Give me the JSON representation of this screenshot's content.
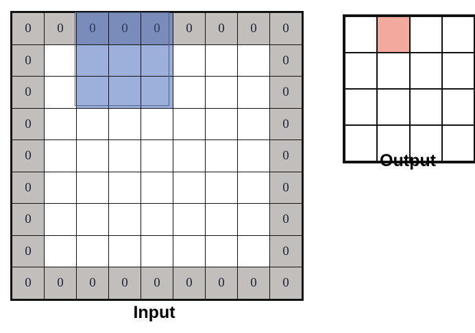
{
  "input": {
    "caption": "Input",
    "rows": 9,
    "cols": 9,
    "cell_text": "0",
    "colors": {
      "border_cell": "#c2bebb",
      "empty_cell": "#ffffff",
      "selection_dark": "#7a8cba",
      "selection_light": "#9db0dc",
      "grid_line": "#111111"
    },
    "selection": {
      "row_start": 0,
      "row_end": 2,
      "col_start": 2,
      "col_end": 4
    },
    "grid": [
      [
        {
          "fill": "gray",
          "text": "0"
        },
        {
          "fill": "gray",
          "text": "0"
        },
        {
          "fill": "blue-dark",
          "text": "0"
        },
        {
          "fill": "blue-dark",
          "text": "0"
        },
        {
          "fill": "blue-dark",
          "text": "0"
        },
        {
          "fill": "gray",
          "text": "0"
        },
        {
          "fill": "gray",
          "text": "0"
        },
        {
          "fill": "gray",
          "text": "0"
        },
        {
          "fill": "gray",
          "text": "0"
        }
      ],
      [
        {
          "fill": "gray",
          "text": "0"
        },
        {
          "fill": "white",
          "text": ""
        },
        {
          "fill": "blue-light",
          "text": ""
        },
        {
          "fill": "blue-light",
          "text": ""
        },
        {
          "fill": "blue-light",
          "text": ""
        },
        {
          "fill": "white",
          "text": ""
        },
        {
          "fill": "white",
          "text": ""
        },
        {
          "fill": "white",
          "text": ""
        },
        {
          "fill": "gray",
          "text": "0"
        }
      ],
      [
        {
          "fill": "gray",
          "text": "0"
        },
        {
          "fill": "white",
          "text": ""
        },
        {
          "fill": "blue-light",
          "text": ""
        },
        {
          "fill": "blue-light",
          "text": ""
        },
        {
          "fill": "blue-light",
          "text": ""
        },
        {
          "fill": "white",
          "text": ""
        },
        {
          "fill": "white",
          "text": ""
        },
        {
          "fill": "white",
          "text": ""
        },
        {
          "fill": "gray",
          "text": "0"
        }
      ],
      [
        {
          "fill": "gray",
          "text": "0"
        },
        {
          "fill": "white",
          "text": ""
        },
        {
          "fill": "white",
          "text": ""
        },
        {
          "fill": "white",
          "text": ""
        },
        {
          "fill": "white",
          "text": ""
        },
        {
          "fill": "white",
          "text": ""
        },
        {
          "fill": "white",
          "text": ""
        },
        {
          "fill": "white",
          "text": ""
        },
        {
          "fill": "gray",
          "text": "0"
        }
      ],
      [
        {
          "fill": "gray",
          "text": "0"
        },
        {
          "fill": "white",
          "text": ""
        },
        {
          "fill": "white",
          "text": ""
        },
        {
          "fill": "white",
          "text": ""
        },
        {
          "fill": "white",
          "text": ""
        },
        {
          "fill": "white",
          "text": ""
        },
        {
          "fill": "white",
          "text": ""
        },
        {
          "fill": "white",
          "text": ""
        },
        {
          "fill": "gray",
          "text": "0"
        }
      ],
      [
        {
          "fill": "gray",
          "text": "0"
        },
        {
          "fill": "white",
          "text": ""
        },
        {
          "fill": "white",
          "text": ""
        },
        {
          "fill": "white",
          "text": ""
        },
        {
          "fill": "white",
          "text": ""
        },
        {
          "fill": "white",
          "text": ""
        },
        {
          "fill": "white",
          "text": ""
        },
        {
          "fill": "white",
          "text": ""
        },
        {
          "fill": "gray",
          "text": "0"
        }
      ],
      [
        {
          "fill": "gray",
          "text": "0"
        },
        {
          "fill": "white",
          "text": ""
        },
        {
          "fill": "white",
          "text": ""
        },
        {
          "fill": "white",
          "text": ""
        },
        {
          "fill": "white",
          "text": ""
        },
        {
          "fill": "white",
          "text": ""
        },
        {
          "fill": "white",
          "text": ""
        },
        {
          "fill": "white",
          "text": ""
        },
        {
          "fill": "gray",
          "text": "0"
        }
      ],
      [
        {
          "fill": "gray",
          "text": "0"
        },
        {
          "fill": "white",
          "text": ""
        },
        {
          "fill": "white",
          "text": ""
        },
        {
          "fill": "white",
          "text": ""
        },
        {
          "fill": "white",
          "text": ""
        },
        {
          "fill": "white",
          "text": ""
        },
        {
          "fill": "white",
          "text": ""
        },
        {
          "fill": "white",
          "text": ""
        },
        {
          "fill": "gray",
          "text": "0"
        }
      ],
      [
        {
          "fill": "gray",
          "text": "0"
        },
        {
          "fill": "gray",
          "text": "0"
        },
        {
          "fill": "gray",
          "text": "0"
        },
        {
          "fill": "gray",
          "text": "0"
        },
        {
          "fill": "gray",
          "text": "0"
        },
        {
          "fill": "gray",
          "text": "0"
        },
        {
          "fill": "gray",
          "text": "0"
        },
        {
          "fill": "gray",
          "text": "0"
        },
        {
          "fill": "gray",
          "text": "0"
        }
      ]
    ]
  },
  "output": {
    "caption": "Output",
    "rows": 4,
    "cols": 4,
    "colors": {
      "filled_cell": "#f4a99e",
      "empty_cell": "#ffffff",
      "grid_line": "#111111"
    },
    "filled_cell_position": {
      "row": 0,
      "col": 1
    },
    "grid": [
      [
        {
          "fill": "white"
        },
        {
          "fill": "salmon"
        },
        {
          "fill": "white"
        },
        {
          "fill": "white"
        }
      ],
      [
        {
          "fill": "white"
        },
        {
          "fill": "white"
        },
        {
          "fill": "white"
        },
        {
          "fill": "white"
        }
      ],
      [
        {
          "fill": "white"
        },
        {
          "fill": "white"
        },
        {
          "fill": "white"
        },
        {
          "fill": "white"
        }
      ],
      [
        {
          "fill": "white"
        },
        {
          "fill": "white"
        },
        {
          "fill": "white"
        },
        {
          "fill": "white"
        }
      ]
    ]
  }
}
